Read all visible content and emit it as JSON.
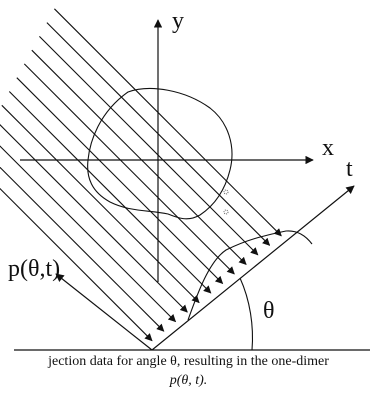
{
  "labels": {
    "y_axis": "y",
    "x_axis": "x",
    "t_axis": "t",
    "projection": "p(θ,t)",
    "angle": "θ"
  },
  "caption": {
    "line1": "jection data for angle θ, resulting in the one-dimer",
    "line2": "p(θ, t)."
  }
}
